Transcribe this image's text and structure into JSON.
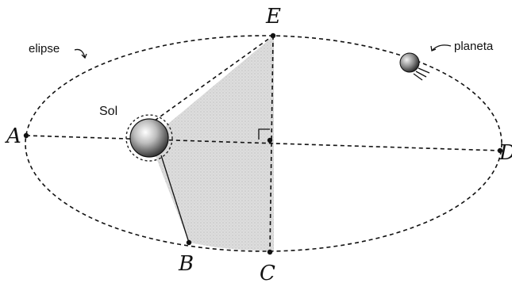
{
  "labels": {
    "ellipse": "elipse",
    "sun": "Sol",
    "planet": "planeta",
    "A": "A",
    "B": "B",
    "C": "C",
    "D": "D",
    "E": "E"
  },
  "colors": {
    "line": "#111111",
    "shaded_area": "#d9d9d9",
    "background": "#ffffff"
  }
}
